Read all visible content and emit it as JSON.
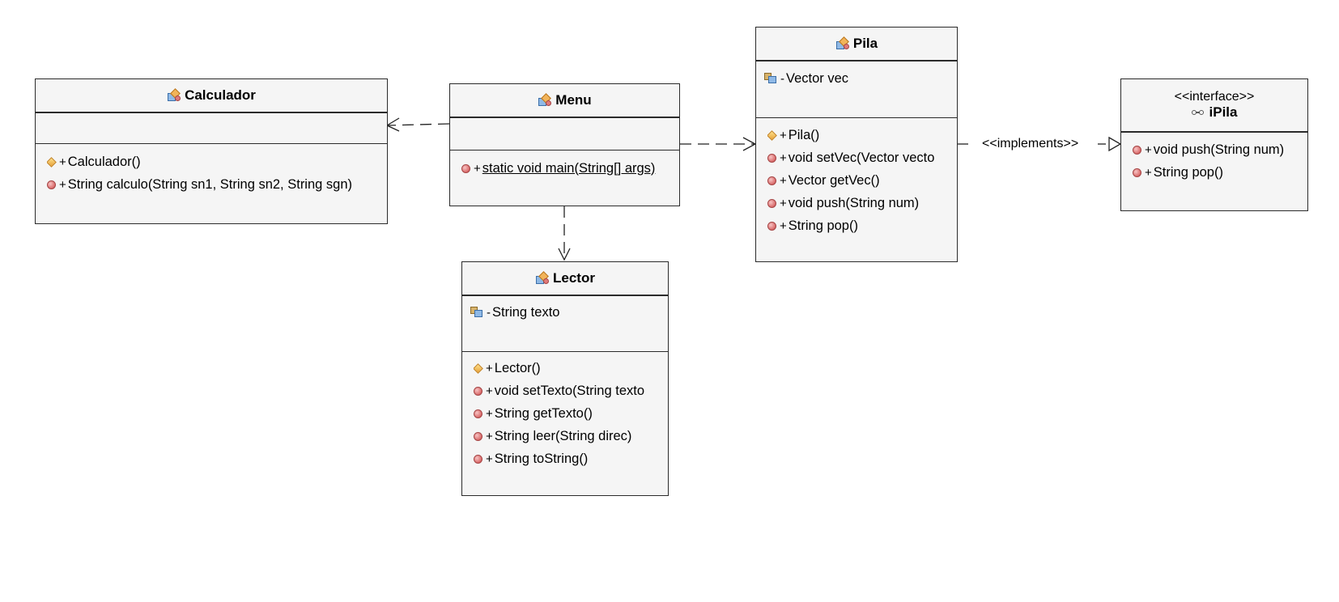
{
  "classes": {
    "calculador": {
      "name": "Calculador",
      "methods": [
        {
          "visibility": "+",
          "kind": "constructor",
          "signature": "Calculador()"
        },
        {
          "visibility": "+",
          "kind": "method",
          "signature": "String calculo(String sn1, String sn2, String sgn)"
        }
      ]
    },
    "menu": {
      "name": "Menu",
      "methods": [
        {
          "visibility": "+",
          "kind": "static-method",
          "signature": "static void main(String[] args)"
        }
      ]
    },
    "pila": {
      "name": "Pila",
      "fields": [
        {
          "visibility": "-",
          "signature": "Vector vec"
        }
      ],
      "methods": [
        {
          "visibility": "+",
          "kind": "constructor",
          "signature": "Pila()"
        },
        {
          "visibility": "+",
          "kind": "method",
          "signature": "void setVec(Vector vecto"
        },
        {
          "visibility": "+",
          "kind": "method",
          "signature": "Vector getVec()"
        },
        {
          "visibility": "+",
          "kind": "method",
          "signature": "void push(String num)"
        },
        {
          "visibility": "+",
          "kind": "method",
          "signature": "String pop()"
        }
      ]
    },
    "ipila": {
      "stereotype": "<<interface>>",
      "name": "iPila",
      "methods": [
        {
          "visibility": "+",
          "kind": "method",
          "signature": "void push(String num)"
        },
        {
          "visibility": "+",
          "kind": "method",
          "signature": "String pop()"
        }
      ]
    },
    "lector": {
      "name": "Lector",
      "fields": [
        {
          "visibility": "-",
          "signature": "String texto"
        }
      ],
      "methods": [
        {
          "visibility": "+",
          "kind": "constructor",
          "signature": "Lector()"
        },
        {
          "visibility": "+",
          "kind": "method",
          "signature": "void setTexto(String texto"
        },
        {
          "visibility": "+",
          "kind": "method",
          "signature": "String getTexto()"
        },
        {
          "visibility": "+",
          "kind": "method",
          "signature": "String leer(String direc)"
        },
        {
          "visibility": "+",
          "kind": "method",
          "signature": "String toString()"
        }
      ]
    }
  },
  "relations": {
    "implements_label": "<<implements>>",
    "items": [
      {
        "from": "Menu",
        "to": "Calculador",
        "type": "dependency"
      },
      {
        "from": "Menu",
        "to": "Pila",
        "type": "dependency"
      },
      {
        "from": "Menu",
        "to": "Lector",
        "type": "dependency"
      },
      {
        "from": "Pila",
        "to": "iPila",
        "type": "realization"
      }
    ]
  },
  "icons": {
    "class": "class-icon",
    "interface": "interface-icon",
    "field": "field-icon",
    "method": "method-icon",
    "constructor": "constructor-icon"
  }
}
